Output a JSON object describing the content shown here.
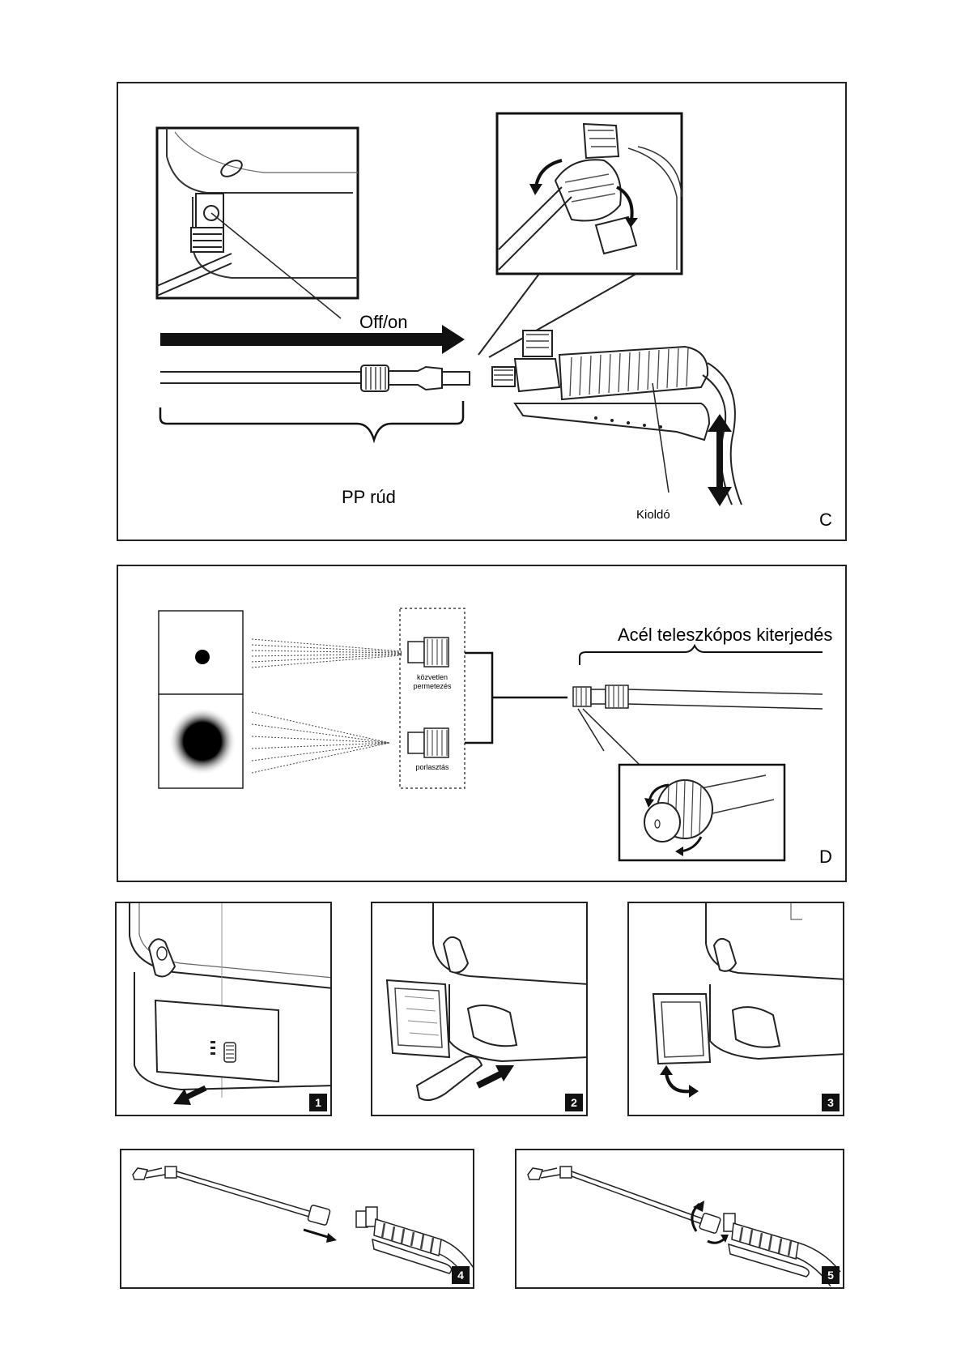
{
  "panel_c": {
    "switch_label": "Off/on",
    "rod_label": "PP rúd",
    "trigger_label": "Kioldó",
    "letter": "C"
  },
  "panel_d": {
    "extension_label": "Acél teleszkópos kiterjedés",
    "nozzle_direct_label": "közvetlen permetezés",
    "nozzle_atomize_label": "porlasztás",
    "letter": "D"
  },
  "steps": [
    "1",
    "2",
    "3",
    "4",
    "5"
  ]
}
